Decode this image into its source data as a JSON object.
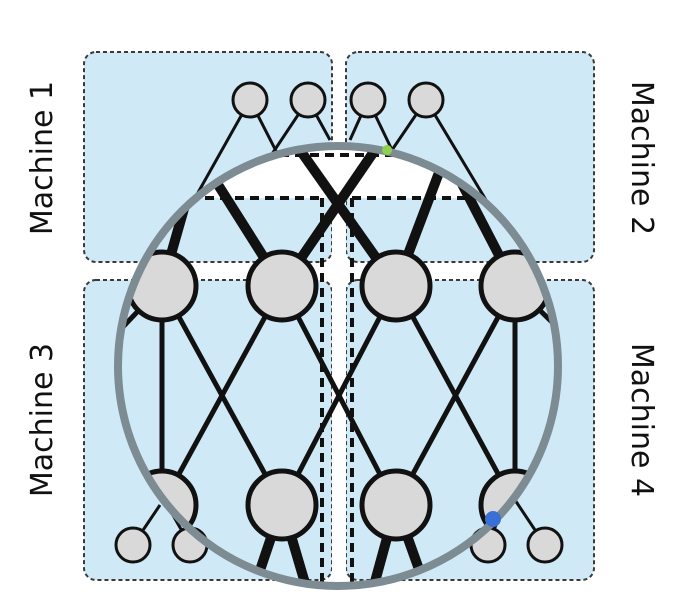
{
  "machines": [
    {
      "id": "m1",
      "label": "Machine 1"
    },
    {
      "id": "m2",
      "label": "Machine 2"
    },
    {
      "id": "m3",
      "label": "Machine 3"
    },
    {
      "id": "m4",
      "label": "Machine 4"
    }
  ],
  "colors": {
    "region_fill": "#cfe9f7",
    "region_border": "#3a3a3a",
    "node_fill": "#d9d9d9",
    "node_stroke": "#111111",
    "edge": "#111111",
    "lens_ring": "#7d8b93",
    "green_dot": "#8fd14f",
    "blue_dot": "#3a6fd6"
  }
}
